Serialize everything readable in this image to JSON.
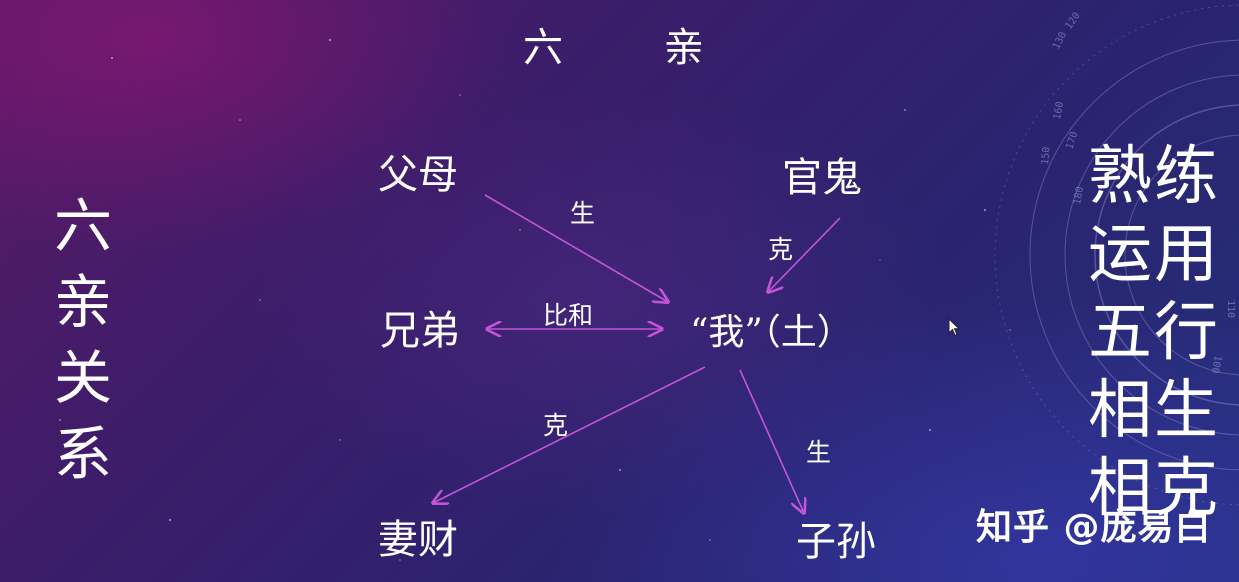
{
  "slide": {
    "title": "六 亲",
    "left_vertical": "六亲关系",
    "right_vertical": "熟练运用五行相生相克",
    "watermark": "知乎 @庞易白"
  },
  "diagram": {
    "nodes": {
      "fumu": "父母",
      "guangui": "官鬼",
      "xiongdi": "兄弟",
      "wo": "“我”（土）",
      "qicai": "妻财",
      "zisun": "子孙"
    },
    "edges": [
      {
        "from": "父母",
        "to": "“我”（土）",
        "label": "生"
      },
      {
        "from": "官鬼",
        "to": "“我”（土）",
        "label": "克"
      },
      {
        "from": "兄弟",
        "to": "“我”（土）",
        "label": "比和",
        "bidirectional": true
      },
      {
        "from": "“我”（土）",
        "to": "妻财",
        "label": "克"
      },
      {
        "from": "“我”（土）",
        "to": "子孙",
        "label": "生"
      }
    ],
    "arrow_color": "#c455d8"
  },
  "decor": {
    "dial_numbers": [
      "180",
      "170",
      "160",
      "150",
      "130",
      "120",
      "110",
      "100"
    ]
  }
}
